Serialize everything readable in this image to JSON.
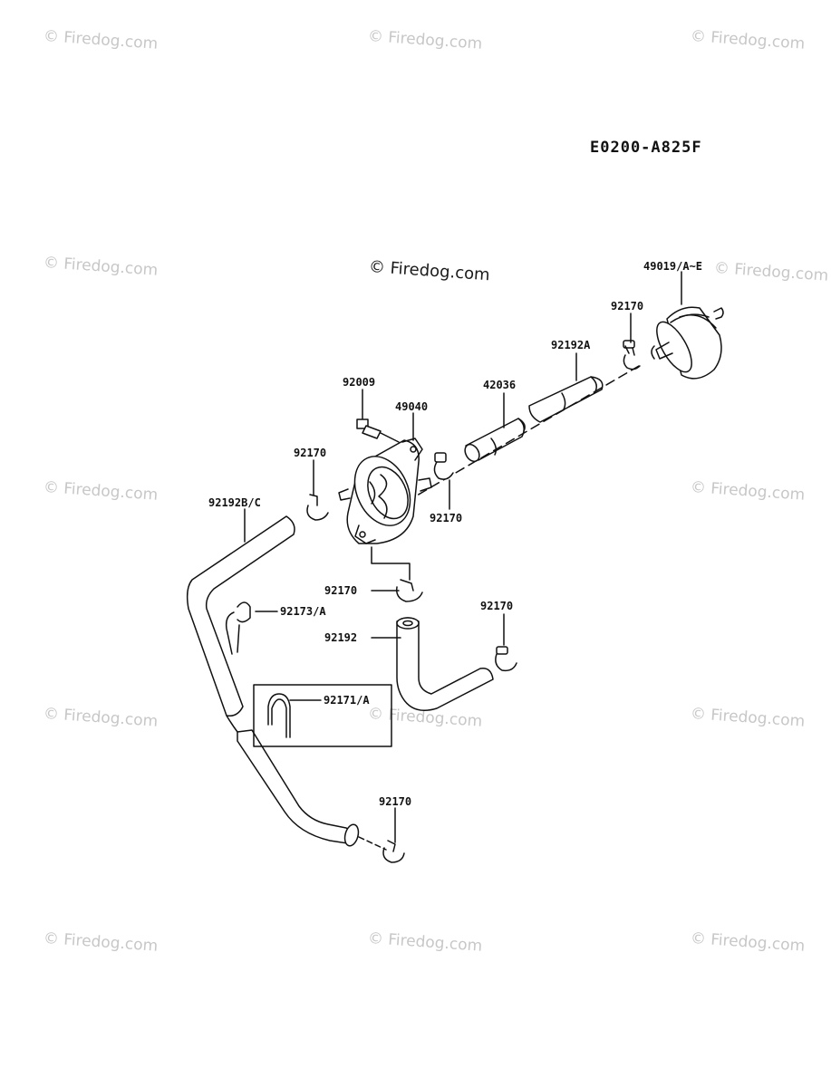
{
  "diagram_code": "E0200-A825F",
  "watermark": {
    "center_text": "© Firedog.com",
    "repeat_text": "© Firedog.com"
  },
  "callouts": {
    "fuel_filter": "49019/A~E",
    "clamp_filter": "92170",
    "hose_upper": "92192A",
    "pipe": "42036",
    "bolt": "92009",
    "fuel_pump": "49040",
    "clamp_pump_left": "92170",
    "clamp_pump_right": "92170",
    "hose_long": "92192B/C",
    "clamp_center": "92170",
    "clip_single": "92173/A",
    "hose_lower": "92192",
    "clamp_lower_right": "92170",
    "clip_double": "92171/A",
    "clamp_bottom": "92170"
  },
  "colors": {
    "line": "#111111",
    "watermark": "#c7c7c7",
    "background": "#ffffff"
  }
}
